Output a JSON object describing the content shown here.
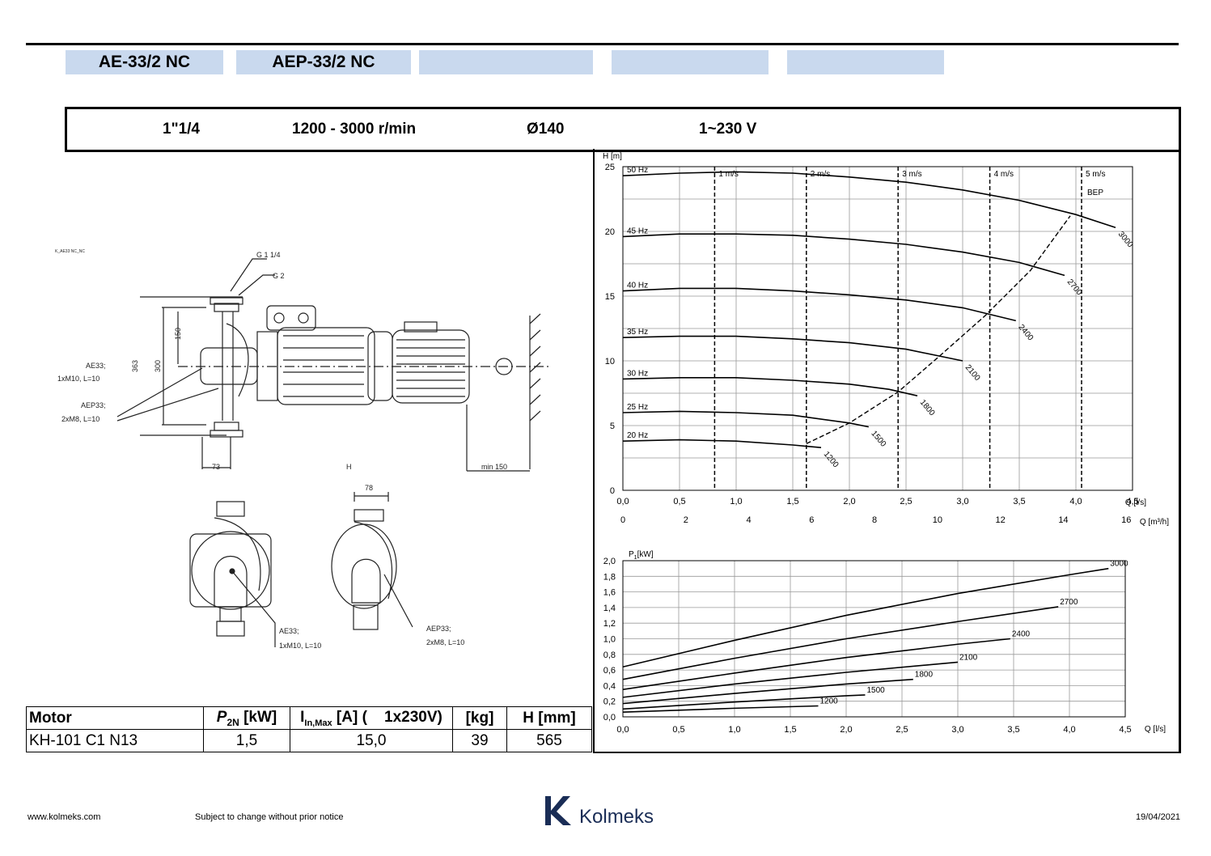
{
  "header": {
    "tabs": [
      "AE-33/2 NC",
      "AEP-33/2 NC",
      "",
      "",
      ""
    ]
  },
  "specs": {
    "connection": "1\"1/4",
    "speed": "1200 - 3000 r/min",
    "diameter": "Ø140",
    "voltage": "1~230 V"
  },
  "drawing": {
    "small_id": "K_AE33 NC_NC",
    "thread_top": "G 1 1/4",
    "thread_2": "G 2",
    "dim_150": "150",
    "dim_300": "300",
    "dim_363": "363",
    "ae_label1": "AE33;",
    "ae_label2": "1xM10, L=10",
    "aep_label1": "AEP33;",
    "aep_label2": "2xM8, L=10",
    "dim_73": "73",
    "dim_h": "H",
    "dim_min150": "min 150",
    "dim_78": "78"
  },
  "motor_table": {
    "headers": [
      "Motor",
      "P2N [kW]",
      "In,Max [A] (   1x230V)",
      "[kg]",
      "H [mm]"
    ],
    "h_motor": "Motor",
    "h_p": "P",
    "h_p_sub": "2N",
    "h_p_unit": "[kW]",
    "h_i": "I",
    "h_i_sub": "In,Max",
    "h_i_unit": "[A] (",
    "h_i_volt": "1x230V)",
    "h_kg": "[kg]",
    "h_h": "H [mm]",
    "row": [
      "KH-101 C1 N13",
      "1,5",
      "15,0",
      "39",
      "565"
    ]
  },
  "footer": {
    "website": "www.kolmeks.com",
    "notice": "Subject to change without prior notice",
    "brand": "Kolmeks",
    "date": "19/04/2021"
  },
  "colors": {
    "tab_bg": "#c9d9ee",
    "logo": "#1a2d56"
  },
  "chart_data": [
    {
      "type": "line",
      "title": "",
      "ylabel": "H [m]",
      "xlabel": "Q [l/s]",
      "xlabel2": "Q [m³/h]",
      "xlim": [
        0,
        4.5
      ],
      "ylim": [
        0,
        25
      ],
      "x_ticks": [
        "0,0",
        "0,5",
        "1,0",
        "1,5",
        "2,0",
        "2,5",
        "3,0",
        "3,5",
        "4,0",
        "4,5"
      ],
      "x2_ticks": [
        "0",
        "2",
        "4",
        "6",
        "8",
        "10",
        "12",
        "14",
        "16"
      ],
      "y_ticks": [
        "0",
        "5",
        "10",
        "15",
        "20",
        "25"
      ],
      "grid": true,
      "velocity_lines": [
        {
          "label": "1 m/s",
          "x": 0.81
        },
        {
          "label": "2 m/s",
          "x": 1.62
        },
        {
          "label": "3 m/s",
          "x": 2.43
        },
        {
          "label": "4 m/s",
          "x": 3.24
        },
        {
          "label": "5 m/s",
          "x": 4.05
        }
      ],
      "bep_label": "BEP",
      "bep_curve": {
        "x": [
          1.62,
          2.0,
          2.43,
          2.8,
          3.2,
          3.6,
          3.95
        ],
        "y": [
          3.6,
          5.2,
          7.6,
          10.4,
          13.5,
          17.0,
          21.2
        ]
      },
      "series": [
        {
          "name": "50 Hz",
          "end_label": "3000",
          "x": [
            0,
            0.5,
            1.0,
            1.5,
            2.0,
            2.5,
            3.0,
            3.5,
            4.0,
            4.35
          ],
          "y": [
            24.3,
            24.5,
            24.6,
            24.5,
            24.2,
            23.8,
            23.2,
            22.4,
            21.3,
            20.3
          ]
        },
        {
          "name": "45 Hz",
          "end_label": "2700",
          "x": [
            0,
            0.5,
            1.0,
            1.5,
            2.0,
            2.5,
            3.0,
            3.5,
            3.9
          ],
          "y": [
            19.6,
            19.8,
            19.8,
            19.7,
            19.4,
            19.0,
            18.4,
            17.6,
            16.6
          ]
        },
        {
          "name": "40 Hz",
          "end_label": "2400",
          "x": [
            0,
            0.5,
            1.0,
            1.5,
            2.0,
            2.5,
            3.0,
            3.47
          ],
          "y": [
            15.4,
            15.6,
            15.6,
            15.4,
            15.1,
            14.7,
            14.1,
            13.1
          ]
        },
        {
          "name": "35 Hz",
          "end_label": "2100",
          "x": [
            0,
            0.5,
            1.0,
            1.5,
            2.0,
            2.5,
            3.0
          ],
          "y": [
            11.8,
            11.9,
            11.9,
            11.7,
            11.4,
            10.9,
            10.0
          ]
        },
        {
          "name": "30 Hz",
          "end_label": "1800",
          "x": [
            0,
            0.5,
            1.0,
            1.5,
            2.0,
            2.35,
            2.6
          ],
          "y": [
            8.6,
            8.7,
            8.7,
            8.5,
            8.2,
            7.8,
            7.3
          ]
        },
        {
          "name": "25 Hz",
          "end_label": "1500",
          "x": [
            0,
            0.5,
            1.0,
            1.5,
            2.0,
            2.17
          ],
          "y": [
            6.0,
            6.1,
            6.0,
            5.8,
            5.2,
            4.9
          ]
        },
        {
          "name": "20 Hz",
          "end_label": "1200",
          "x": [
            0,
            0.5,
            1.0,
            1.5,
            1.62,
            1.75
          ],
          "y": [
            3.8,
            3.9,
            3.8,
            3.5,
            3.4,
            3.3
          ]
        }
      ]
    },
    {
      "type": "line",
      "ylabel": "P1 [kW]",
      "ylabel_main": "P",
      "ylabel_sub": "1",
      "ylabel_unit": "[kW]",
      "xlabel": "Q [l/s]",
      "xlim": [
        0,
        4.5
      ],
      "ylim": [
        0,
        2.0
      ],
      "x_ticks": [
        "0,0",
        "0,5",
        "1,0",
        "1,5",
        "2,0",
        "2,5",
        "3,0",
        "3,5",
        "4,0",
        "4,5"
      ],
      "y_ticks": [
        "0,0",
        "0,2",
        "0,4",
        "0,6",
        "0,8",
        "1,0",
        "1,2",
        "1,4",
        "1,6",
        "1,8",
        "2,0"
      ],
      "grid": true,
      "series": [
        {
          "name": "3000",
          "x": [
            0,
            1.0,
            2.0,
            3.0,
            4.0,
            4.35
          ],
          "y": [
            0.64,
            0.98,
            1.3,
            1.58,
            1.82,
            1.9
          ]
        },
        {
          "name": "2700",
          "x": [
            0,
            1.0,
            2.0,
            3.0,
            3.9
          ],
          "y": [
            0.48,
            0.75,
            1.0,
            1.22,
            1.41
          ]
        },
        {
          "name": "2400",
          "x": [
            0,
            1.0,
            2.0,
            3.0,
            3.47
          ],
          "y": [
            0.35,
            0.56,
            0.76,
            0.93,
            1.0
          ]
        },
        {
          "name": "2100",
          "x": [
            0,
            1.0,
            2.0,
            3.0
          ],
          "y": [
            0.25,
            0.42,
            0.57,
            0.7
          ]
        },
        {
          "name": "1800",
          "x": [
            0,
            1.0,
            2.0,
            2.6
          ],
          "y": [
            0.17,
            0.3,
            0.42,
            0.48
          ]
        },
        {
          "name": "1500",
          "x": [
            0,
            1.0,
            2.0,
            2.17
          ],
          "y": [
            0.1,
            0.19,
            0.27,
            0.28
          ]
        },
        {
          "name": "1200",
          "x": [
            0,
            1.0,
            1.75
          ],
          "y": [
            0.06,
            0.11,
            0.14
          ]
        }
      ]
    }
  ]
}
